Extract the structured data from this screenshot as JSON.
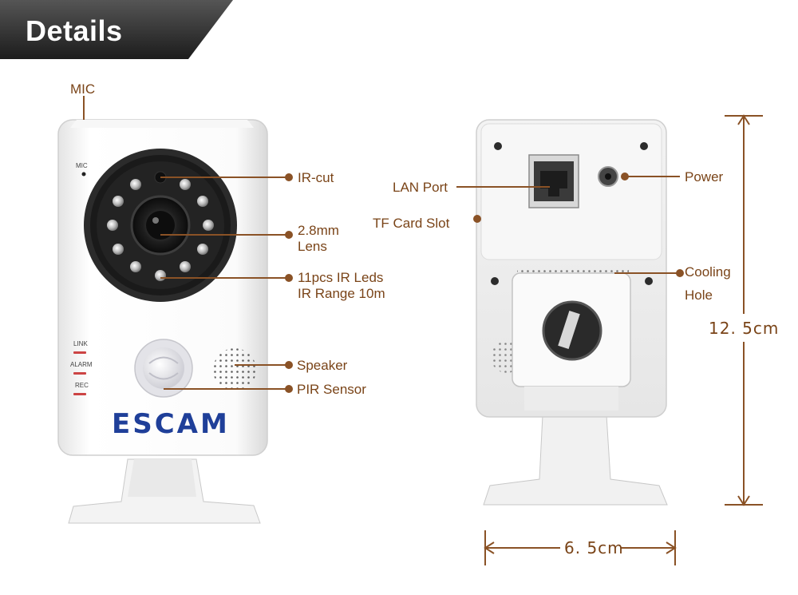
{
  "header": {
    "title": "Details"
  },
  "front": {
    "brand": "ESCAM",
    "mic_small": "MIC",
    "indicators": [
      "LINK",
      "ALARM",
      "REC"
    ]
  },
  "labels": {
    "mic": "MIC",
    "ir_cut": "IR-cut",
    "lens_1": "2.8mm",
    "lens_2": "Lens",
    "leds_1": "11pcs IR Leds",
    "leds_2": "IR Range 10m",
    "speaker": "Speaker",
    "pir": "PIR Sensor",
    "lan": "LAN Port",
    "tf": "TF Card Slot",
    "power": "Power",
    "cooling_1": "Cooling",
    "cooling_2": "Hole"
  },
  "dimensions": {
    "height": "12. 5cm",
    "width": "6. 5cm"
  },
  "colors": {
    "accent": "#8a5226",
    "banner": "#3a3a3a",
    "brand": "#1f3f99"
  }
}
